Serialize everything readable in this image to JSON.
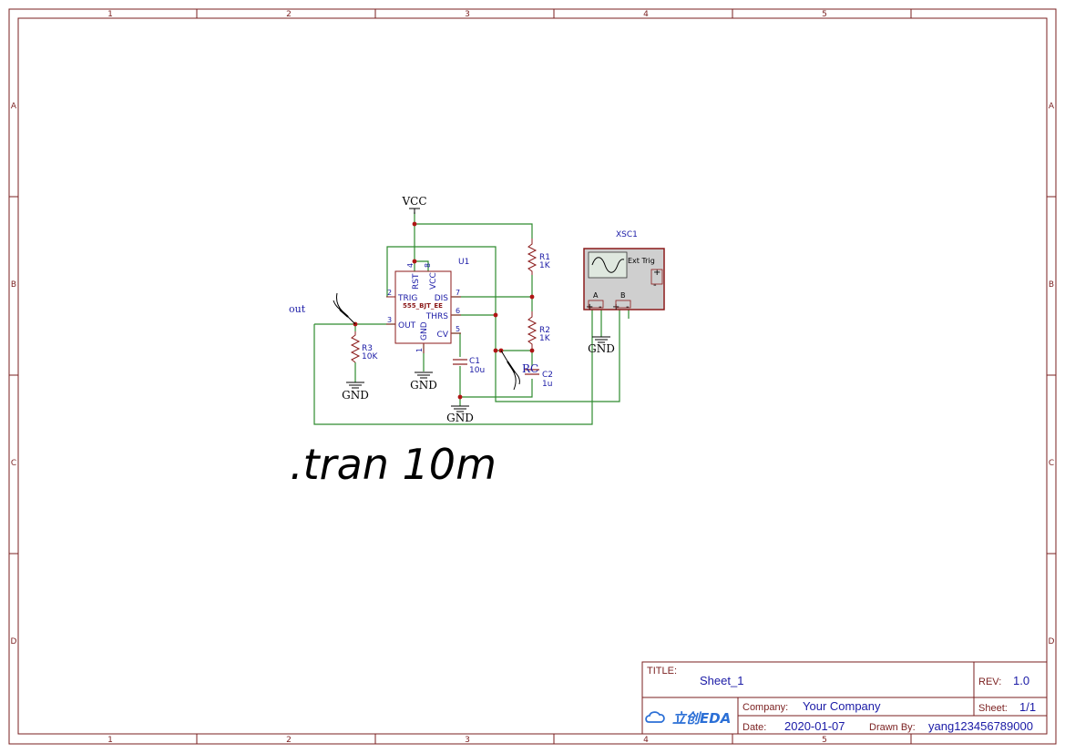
{
  "frame": {
    "columns": [
      "1",
      "2",
      "3",
      "4",
      "5"
    ],
    "rows": [
      "A",
      "B",
      "C",
      "D"
    ]
  },
  "nets": {
    "vcc": "VCC",
    "gnd": "GND",
    "out": "out",
    "rc": "RC"
  },
  "components": {
    "u1": {
      "designator": "U1",
      "value": "555_BJT_EE",
      "pins": {
        "rst": "RST",
        "vcc": "VCC",
        "trig": "TRIG",
        "out": "OUT",
        "gnd": "GND",
        "dis": "DIS",
        "thrs": "THRS",
        "cv": "CV",
        "n4": "4",
        "n8": "8",
        "n2": "2",
        "n3": "3",
        "n1": "1",
        "n7": "7",
        "n6": "6",
        "n5": "5"
      }
    },
    "r1": {
      "designator": "R1",
      "value": "1K"
    },
    "r2": {
      "designator": "R2",
      "value": "1K"
    },
    "r3": {
      "designator": "R3",
      "value": "10K"
    },
    "c1": {
      "designator": "C1",
      "value": "10u"
    },
    "c2": {
      "designator": "C2",
      "value": "1u"
    },
    "xsc1": {
      "designator": "XSC1",
      "ext_trig": "Ext Trig",
      "a": "A",
      "b": "B",
      "plus": "+",
      "minus": "-"
    }
  },
  "spice_directive": ".tran 10m",
  "title_block": {
    "title_label": "TITLE:",
    "title": "Sheet_1",
    "rev_label": "REV:",
    "rev": "1.0",
    "logo_text": "立创EDA",
    "company_label": "Company:",
    "company": "Your Company",
    "sheet_label": "Sheet:",
    "sheet": "1/1",
    "date_label": "Date:",
    "date": "2020-01-07",
    "drawn_by_label": "Drawn By:",
    "drawn_by": "yang123456789000"
  },
  "colors": {
    "frame": "#7a1f1f",
    "wire": "#2e8b2e",
    "component": "#8b1a1a",
    "pin_label": "#1a1aa6",
    "junction": "#b01515"
  }
}
